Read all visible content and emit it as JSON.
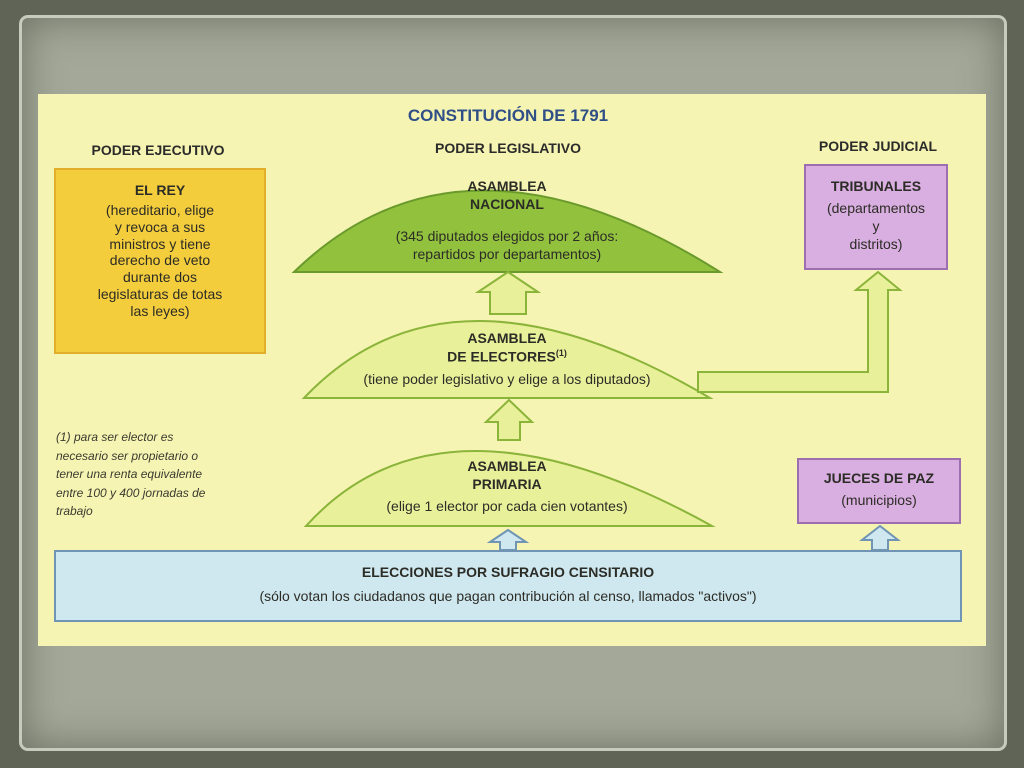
{
  "title": "CONSTITUCIÓN DE 1791",
  "columns": {
    "ejecutivo": "PODER EJECUTIVO",
    "legislativo": "PODER LEGISLATIVO",
    "judicial": "PODER JUDICIAL"
  },
  "rey": {
    "title": "EL REY",
    "lines": [
      "(hereditario, elige",
      "y revoca a sus",
      "ministros y tiene",
      "derecho de veto",
      "durante dos",
      "legislaturas de totas",
      "las leyes)"
    ]
  },
  "nacional": {
    "title_1": "ASAMBLEA",
    "title_2": "NACIONAL",
    "body_1": "(345 diputados elegidos por 2 años:",
    "body_2": "repartidos por departamentos)"
  },
  "electores": {
    "title_1": "ASAMBLEA",
    "title_2": "DE ELECTORES",
    "footnote_mark": "(1)",
    "body": "(tiene poder legislativo y elige a los diputados)"
  },
  "primaria": {
    "title_1": "ASAMBLEA",
    "title_2": "PRIMARIA",
    "body": "(elige 1 elector por cada cien votantes)"
  },
  "tribunales": {
    "title": "TRIBUNALES",
    "body_1": "(departamentos",
    "body_2": "y",
    "body_3": "distritos)"
  },
  "jueces": {
    "title": "JUECES DE PAZ",
    "body": "(municipios)"
  },
  "elecciones": {
    "title": "ELECCIONES POR SUFRAGIO CENSITARIO",
    "body": "(sólo votan los ciudadanos que pagan contribución al censo, llamados \"activos\")"
  },
  "footnote": {
    "lines": [
      "(1) para ser elector es",
      "necesario ser propietario o",
      "tener una renta equivalente",
      "entre 100 y 400 jornadas de",
      "trabajo"
    ]
  },
  "colors": {
    "nacional_fill": "#92c13e",
    "dome_fill": "#e9f09a",
    "rey_fill": "#f4cd3c",
    "judicial_fill": "#d9aee0",
    "elecciones_fill": "#cfe8ef",
    "title_color": "#2f4f86"
  }
}
